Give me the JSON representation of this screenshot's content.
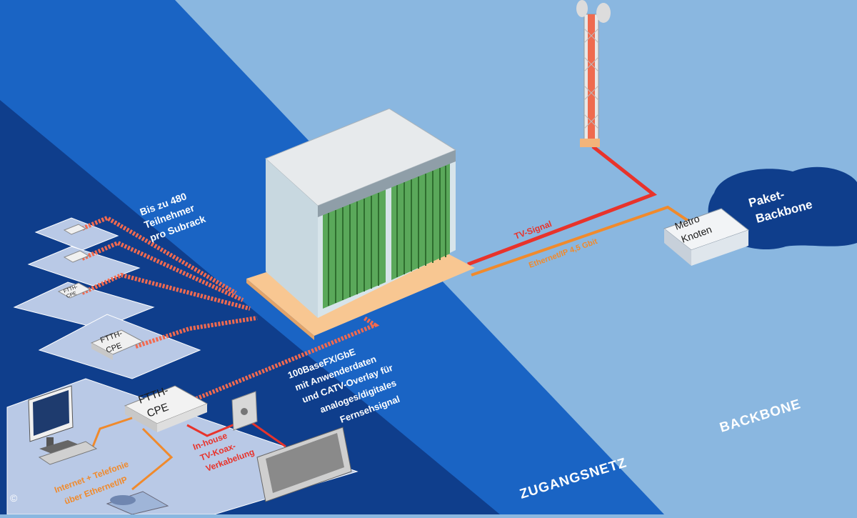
{
  "zones": {
    "access": "ZUGANGSNETZ",
    "backbone": "BACKBONE"
  },
  "subrack_note": [
    "Bis zu 480",
    "Teilnehmer",
    "pro Subrack"
  ],
  "fiber_note": [
    "100BaseFX/GbE",
    "mit Anwenderdaten",
    "und CATV-Overlay für",
    "analoges/digitales",
    "Fernsehsignal"
  ],
  "links": {
    "tv_signal": "TV-Signal",
    "ethernet": "Ethernet/IP 4,5 Gbit"
  },
  "metro_node": [
    "Metro",
    "Knoten"
  ],
  "packet_backbone": [
    "Paket-",
    "Backbone"
  ],
  "cpe": {
    "small": [
      "FTTH-",
      "CPE"
    ],
    "medium": [
      "FTTH-",
      "CPE"
    ],
    "large": [
      "FTTH-",
      "CPE"
    ]
  },
  "home": {
    "internet_label": [
      "Internet + Telefonie",
      "über Ethernet/IP"
    ],
    "coax_label": [
      "In-house",
      "TV-Koax-",
      "Verkabelung"
    ]
  },
  "copyright": "©",
  "colors": {
    "red_line": "#e8332b",
    "orange_line": "#f08a2c",
    "dark_navy": "#0f3e8c",
    "mid_blue": "#1a64c4",
    "light_blue": "#8ab7e0"
  }
}
